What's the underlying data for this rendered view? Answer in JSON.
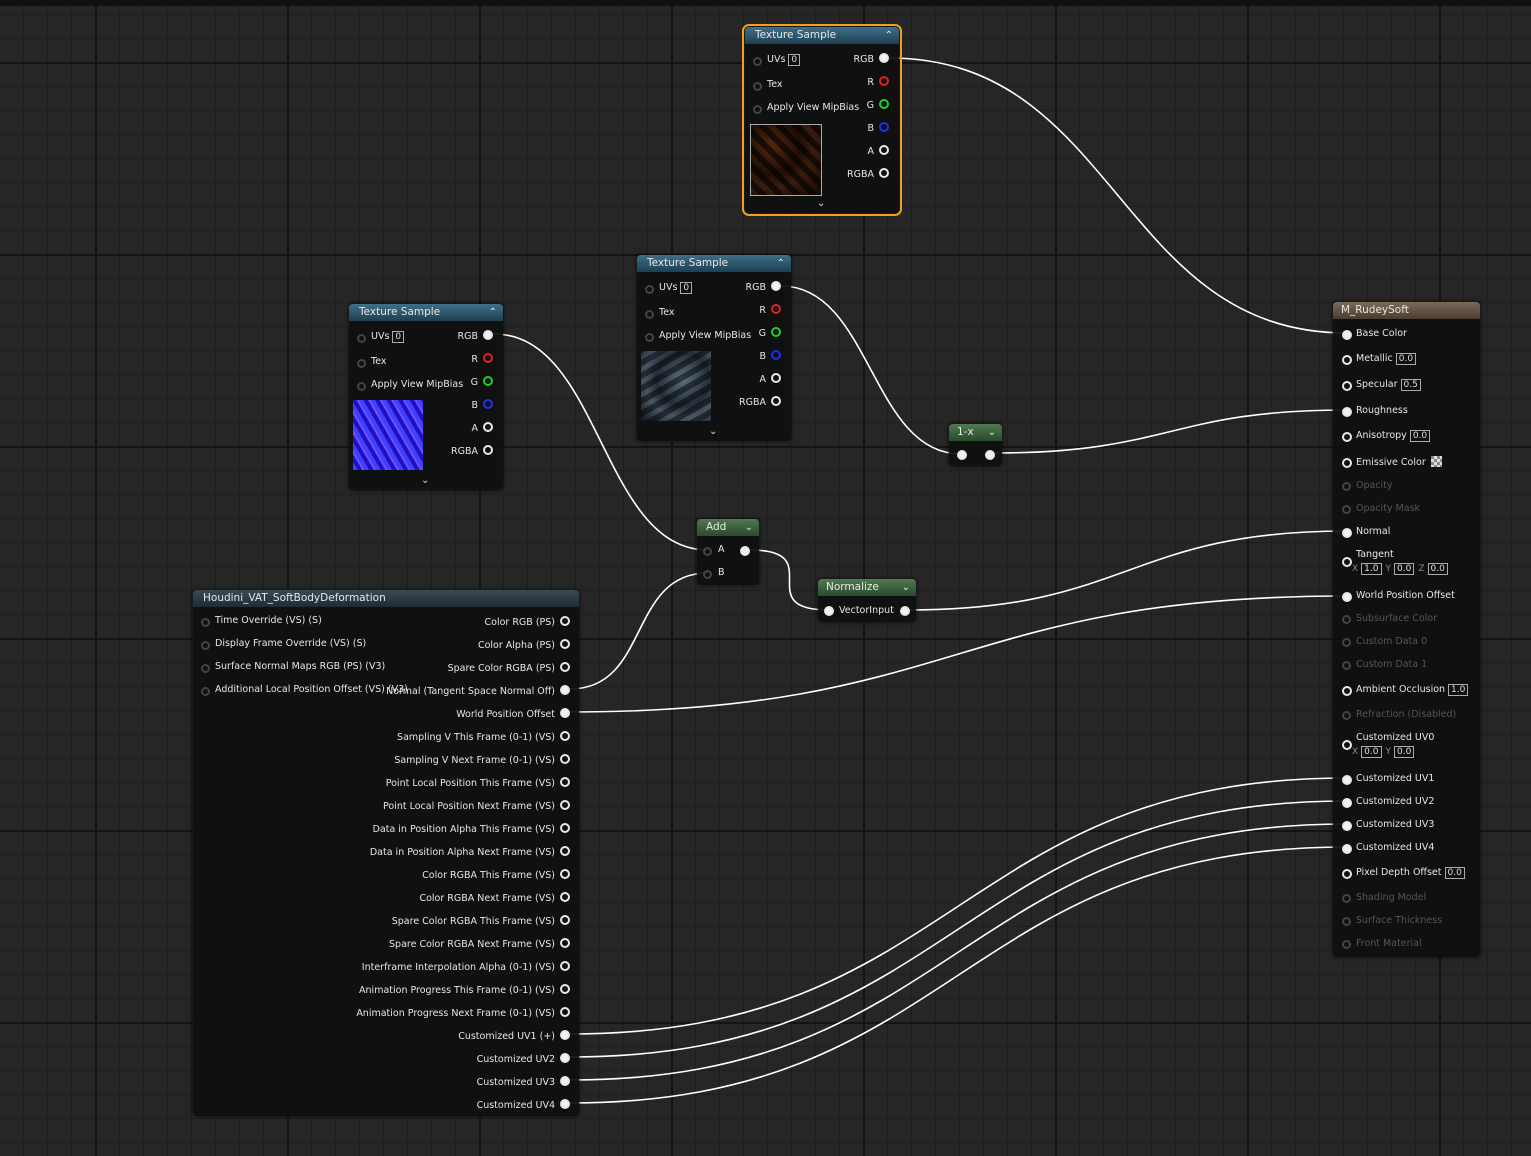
{
  "texture_sample_common": {
    "title": "Texture Sample",
    "inputs": [
      "UVs",
      "Tex",
      "Apply View MipBias"
    ],
    "uv_value": "0",
    "outputs": [
      "RGB",
      "R",
      "G",
      "B",
      "A",
      "RGBA"
    ]
  },
  "add_node": {
    "title": "Add",
    "inputs": [
      "A",
      "B"
    ]
  },
  "one_minus_node": {
    "title": "1-x"
  },
  "normalize_node": {
    "title": "Normalize",
    "input": "VectorInput"
  },
  "houdini_node": {
    "title": "Houdini_VAT_SoftBodyDeformation",
    "inputs": [
      "Time Override (VS) (S)",
      "Display Frame Override (VS) (S)",
      "Surface Normal Maps RGB (PS) (V3)",
      "Additional Local Position Offset (VS) (V3)"
    ],
    "outputs": [
      "Color RGB (PS)",
      "Color Alpha (PS)",
      "Spare Color RGBA (PS)",
      "Normal (Tangent Space Normal Off)",
      "World Position Offset",
      "Sampling V This Frame (0-1) (VS)",
      "Sampling V Next Frame (0-1) (VS)",
      "Point Local Position This Frame (VS)",
      "Point Local Position Next Frame (VS)",
      "Data in Position Alpha This Frame (VS)",
      "Data in Position Alpha Next Frame (VS)",
      "Color RGBA This Frame (VS)",
      "Color RGBA Next Frame (VS)",
      "Spare Color RGBA This Frame (VS)",
      "Spare Color RGBA Next Frame (VS)",
      "Interframe Interpolation Alpha (0-1) (VS)",
      "Animation Progress This Frame (0-1) (VS)",
      "Animation Progress Next Frame (0-1) (VS)",
      "Customized UV1 (+)",
      "Customized UV2",
      "Customized UV3",
      "Customized UV4"
    ]
  },
  "material_node": {
    "title": "M_RudeySoft",
    "pins": [
      {
        "label": "Base Color",
        "active": true,
        "connected": true
      },
      {
        "label": "Metallic",
        "active": true,
        "value": "0.0"
      },
      {
        "label": "Specular",
        "active": true,
        "value": "0.5"
      },
      {
        "label": "Roughness",
        "active": true,
        "connected": true
      },
      {
        "label": "Anisotropy",
        "active": true,
        "value": "0.0"
      },
      {
        "label": "Emissive Color",
        "active": true,
        "swatch": true
      },
      {
        "label": "Opacity",
        "active": false
      },
      {
        "label": "Opacity Mask",
        "active": false
      },
      {
        "label": "Normal",
        "active": true,
        "connected": true
      },
      {
        "label": "Tangent",
        "active": true,
        "vector": [
          "1.0",
          "0.0",
          "0.0"
        ]
      },
      {
        "label": "World Position Offset",
        "active": true,
        "connected": true
      },
      {
        "label": "Subsurface Color",
        "active": false
      },
      {
        "label": "Custom Data 0",
        "active": false
      },
      {
        "label": "Custom Data 1",
        "active": false
      },
      {
        "label": "Ambient Occlusion",
        "active": true,
        "value": "1.0"
      },
      {
        "label": "Refraction (Disabled)",
        "active": false
      },
      {
        "label": "Customized UV0",
        "active": true,
        "vector": [
          "0.0",
          "0.0"
        ]
      },
      {
        "label": "Customized UV1",
        "active": true,
        "connected": true
      },
      {
        "label": "Customized UV2",
        "active": true,
        "connected": true
      },
      {
        "label": "Customized UV3",
        "active": true,
        "connected": true
      },
      {
        "label": "Customized UV4",
        "active": true,
        "connected": true
      },
      {
        "label": "Pixel Depth Offset",
        "active": true,
        "value": "0.0"
      },
      {
        "label": "Shading Model",
        "active": false
      },
      {
        "label": "Surface Thickness",
        "active": false
      },
      {
        "label": "Front Material",
        "active": false
      }
    ]
  },
  "axis_labels": [
    "X",
    "Y",
    "Z"
  ],
  "colors": {
    "selected_outline": "#f0a01e",
    "texture_header": "#2c5a72",
    "math_header": "#3e6a40",
    "material_header": "#6a5a4a",
    "wire": "#ffffff"
  }
}
